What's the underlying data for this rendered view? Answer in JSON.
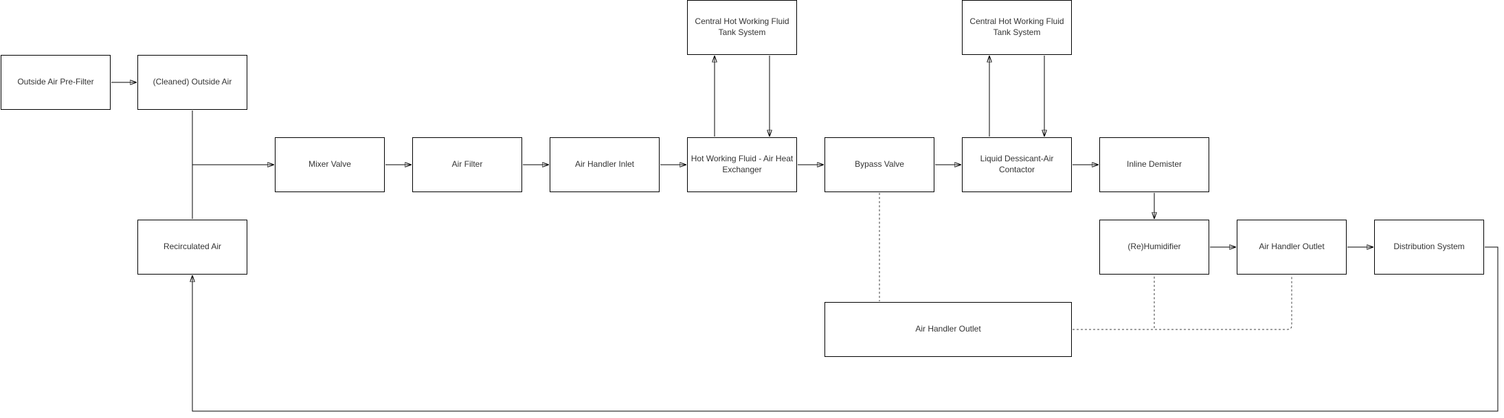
{
  "diagram": {
    "type": "flowchart",
    "colors": {
      "background": "#ffffff",
      "node_fill": "#ffffff",
      "node_border": "#000000",
      "solid_connector": "#000000",
      "dashed_connector": "#3f3f3f",
      "text": "#333333"
    },
    "nodes": [
      {
        "id": "outside-air-pre-filter",
        "label": "Outside Air Pre-Filter"
      },
      {
        "id": "cleaned-outside-air",
        "label": "(Cleaned) Outside Air"
      },
      {
        "id": "recirculated-air",
        "label": "Recirculated Air"
      },
      {
        "id": "mixer-valve",
        "label": "Mixer Valve"
      },
      {
        "id": "air-filter",
        "label": "Air Filter"
      },
      {
        "id": "air-handler-inlet",
        "label": "Air Handler Inlet"
      },
      {
        "id": "central-hot-working-fluid-tank-system-left",
        "label": "Central Hot Working Fluid Tank System"
      },
      {
        "id": "hot-working-fluid-air-heat-exchanger",
        "label": "Hot Working Fluid - Air Heat Exchanger"
      },
      {
        "id": "bypass-valve",
        "label": "Bypass Valve"
      },
      {
        "id": "central-hot-working-fluid-tank-system-right",
        "label": "Central Hot Working Fluid Tank System"
      },
      {
        "id": "liquid-dessicant-air-contactor",
        "label": "Liquid Dessicant-Air Contactor"
      },
      {
        "id": "inline-demister",
        "label": "Inline Demister"
      },
      {
        "id": "re-humidifier",
        "label": "(Re)Humidifier"
      },
      {
        "id": "air-handler-outlet",
        "label": "Air Handler Outlet"
      },
      {
        "id": "distribution-system",
        "label": "Distribution System"
      },
      {
        "id": "air-handler-outlet-return",
        "label": "Air Handler Outlet"
      }
    ],
    "edges": [
      {
        "from": "Outside Air Pre-Filter",
        "to": "(Cleaned) Outside Air",
        "type": "solid-arrow"
      },
      {
        "from": "(Cleaned) Outside Air",
        "to": "Recirculated Air",
        "type": "solid-line"
      },
      {
        "from": "(Cleaned) Outside Air / Recirculated Air junction",
        "to": "Mixer Valve",
        "type": "solid-arrow"
      },
      {
        "from": "Mixer Valve",
        "to": "Air Filter",
        "type": "solid-arrow"
      },
      {
        "from": "Air Filter",
        "to": "Air Handler Inlet",
        "type": "solid-arrow"
      },
      {
        "from": "Air Handler Inlet",
        "to": "Hot Working Fluid - Air Heat Exchanger",
        "type": "solid-arrow"
      },
      {
        "from": "Hot Working Fluid - Air Heat Exchanger",
        "to": "Central Hot Working Fluid Tank System (left)",
        "type": "solid-arrow"
      },
      {
        "from": "Central Hot Working Fluid Tank System (left)",
        "to": "Hot Working Fluid - Air Heat Exchanger",
        "type": "solid-arrow"
      },
      {
        "from": "Hot Working Fluid - Air Heat Exchanger",
        "to": "Bypass Valve",
        "type": "solid-arrow"
      },
      {
        "from": "Bypass Valve",
        "to": "Liquid Dessicant-Air Contactor",
        "type": "solid-arrow"
      },
      {
        "from": "Liquid Dessicant-Air Contactor",
        "to": "Central Hot Working Fluid Tank System (right)",
        "type": "solid-arrow"
      },
      {
        "from": "Central Hot Working Fluid Tank System (right)",
        "to": "Liquid Dessicant-Air Contactor",
        "type": "solid-arrow"
      },
      {
        "from": "Liquid Dessicant-Air Contactor",
        "to": "Inline Demister",
        "type": "solid-arrow"
      },
      {
        "from": "Inline Demister",
        "to": "(Re)Humidifier",
        "type": "solid-arrow"
      },
      {
        "from": "(Re)Humidifier",
        "to": "Air Handler Outlet",
        "type": "solid-arrow"
      },
      {
        "from": "Air Handler Outlet",
        "to": "Distribution System",
        "type": "solid-arrow"
      },
      {
        "from": "Distribution System",
        "to": "Recirculated Air",
        "type": "solid-arrow"
      },
      {
        "from": "Bypass Valve",
        "to": "Air Handler Outlet (return)",
        "type": "dashed-line"
      },
      {
        "from": "Air Handler Outlet (return)",
        "to": "(Re)Humidifier",
        "type": "dashed-line"
      },
      {
        "from": "Air Handler Outlet (return)",
        "to": "Air Handler Outlet",
        "type": "dashed-line"
      }
    ]
  }
}
